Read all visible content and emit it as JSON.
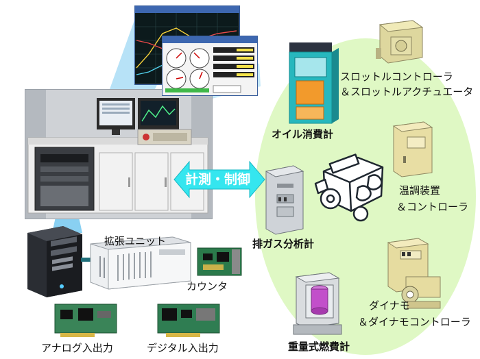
{
  "arrow_label": "計測・制御",
  "labels": {
    "expansion_unit": "拡張ユニット",
    "counter": "カウンタ",
    "analog_io": "アナログ入出力",
    "digital_io": "デジタル入出力",
    "oil_meter": "オイル消費計",
    "throttle_line1": "スロットルコントローラ",
    "throttle_line2": "＆スロットルアクチュエータ",
    "temp_line1": "温調装置",
    "temp_line2": "＆コントローラ",
    "exhaust": "排ガス分析計",
    "dyno_line1": "ダイナモ",
    "dyno_line2": "＆ダイナモコントローラ",
    "fuel_meter": "重量式燃費計"
  },
  "colors": {
    "ellipse": "#dff8c4",
    "arrow": "#35e6ef",
    "beam": "#74c8f0",
    "device_tan": "#e6dca0"
  }
}
